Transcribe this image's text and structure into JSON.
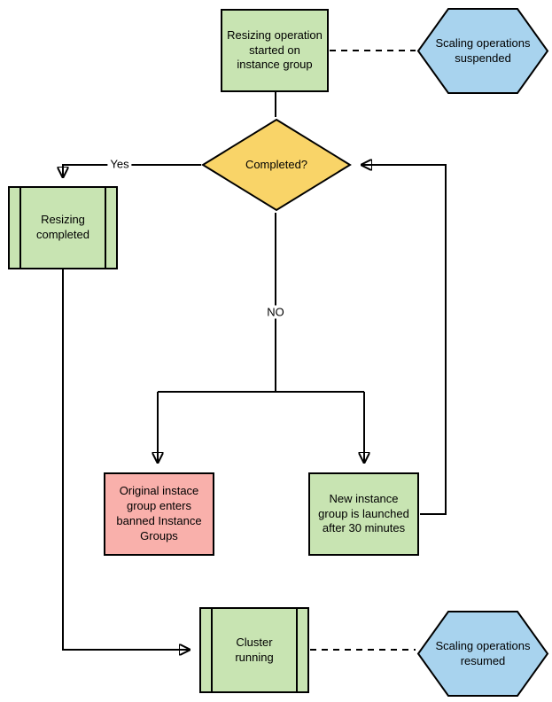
{
  "colors": {
    "canvas-bg": "#ffffff",
    "line": "#000000",
    "process-fill": "#c8e4b2",
    "decision-fill": "#f9d468",
    "event-fill": "#a8d3ee",
    "alert-fill": "#f9b0ab"
  },
  "diagram": {
    "nodes": {
      "start": {
        "label": "Resizing operation\nstarted on\ninstance group",
        "shape": "process"
      },
      "suspended": {
        "label": "Scaling operations\nsuspended",
        "shape": "hexagon"
      },
      "decision": {
        "label": "Completed?",
        "shape": "diamond"
      },
      "resizing_completed": {
        "label": "Resizing\ncompleted",
        "shape": "predefined-process"
      },
      "banned": {
        "label": "Original instace\ngroup enters\nbanned Instance\nGroups",
        "shape": "process"
      },
      "new_group": {
        "label": "New instance\ngroup is launched\nafter 30 minutes",
        "shape": "process"
      },
      "cluster": {
        "label": "Cluster\nrunning",
        "shape": "predefined-process"
      },
      "resumed": {
        "label": "Scaling operations\nresumed",
        "shape": "hexagon"
      }
    },
    "edge_labels": {
      "yes": "Yes",
      "no": "NO"
    }
  }
}
